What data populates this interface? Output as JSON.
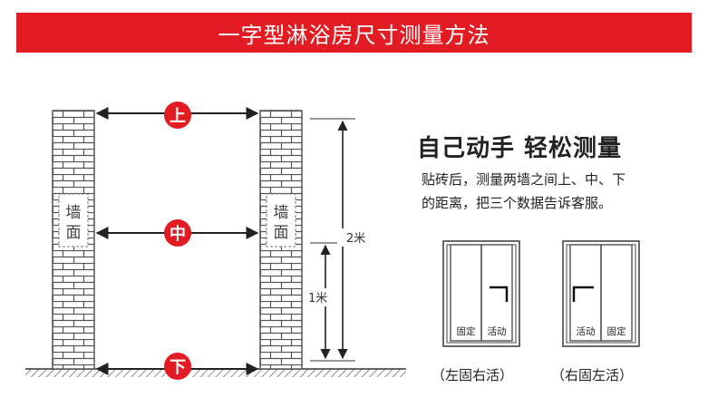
{
  "banner": {
    "title": "一字型淋浴房尺寸测量方法"
  },
  "diagram": {
    "wall_label": [
      "墙",
      "面"
    ],
    "markers": {
      "top": "上",
      "middle": "中",
      "bottom": "下"
    },
    "dim_tall": "2米",
    "dim_short": "1米"
  },
  "info": {
    "heading": "自己动手 轻松测量",
    "lines": [
      "贴砖后，测量两墙之间上、中、下",
      "的距离，把三个数据告诉客服。"
    ]
  },
  "doors": [
    {
      "left_label": "固定",
      "right_label": "活动",
      "caption": "（左固右活）"
    },
    {
      "left_label": "活动",
      "right_label": "固定",
      "caption": "（右固左活）"
    }
  ],
  "colors": {
    "accent": "#e31c23",
    "brick": "#555555",
    "ink": "#222222"
  }
}
